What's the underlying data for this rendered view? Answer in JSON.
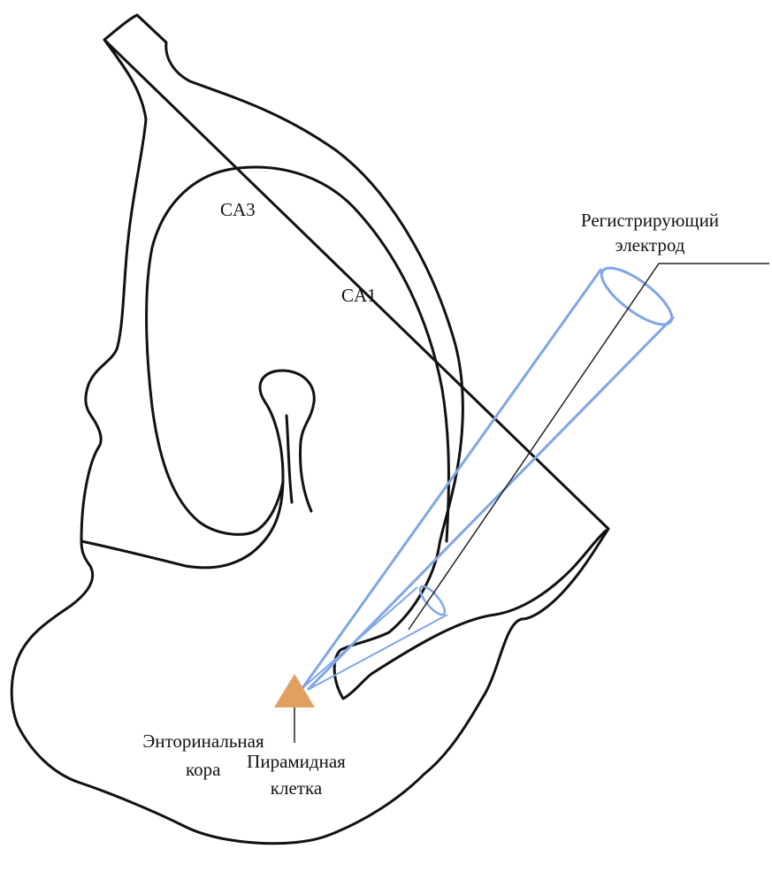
{
  "labels": {
    "ca3": "CA3",
    "ca1": "CA1",
    "electrode_line1": "Регистрирующий",
    "electrode_line2": "электрод",
    "entorhinal_line1": "Энторинальная",
    "entorhinal_line2": "кора",
    "pyramidal_line1": "Пирамидная",
    "pyramidal_line2": "клетка"
  },
  "colors": {
    "outline": "#111111",
    "electrode": "#7fa6e6",
    "cell": "#e0a060",
    "leader": "#222222"
  }
}
